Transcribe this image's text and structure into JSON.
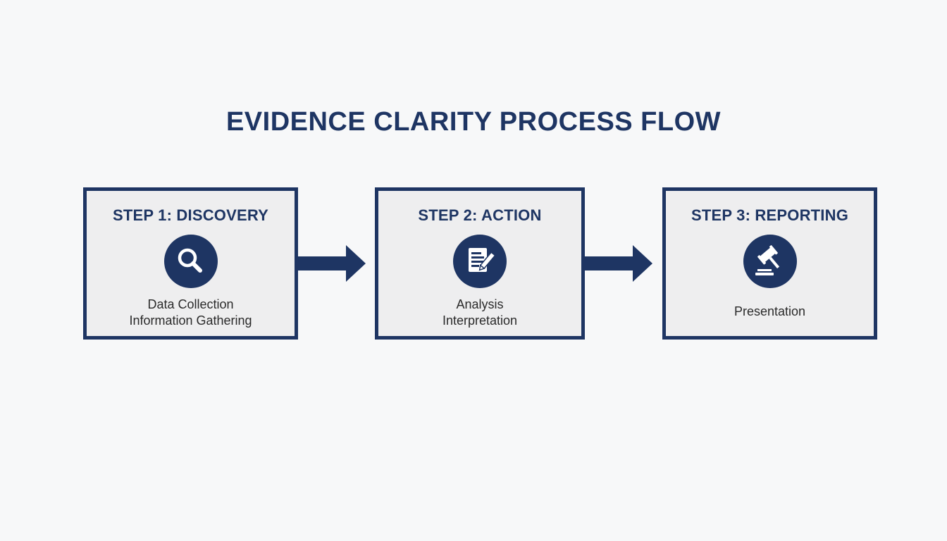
{
  "title": "EVIDENCE CLARITY PROCESS FLOW",
  "colors": {
    "primary": "#1e3563",
    "background": "#f7f8f9",
    "box_fill": "#eeeeef",
    "body_text": "#2a2a2a"
  },
  "steps": [
    {
      "heading": "STEP 1: DISCOVERY",
      "icon": "magnifier-icon",
      "lines": [
        "Data Collection",
        "Information Gathering"
      ]
    },
    {
      "heading": "STEP 2: ACTION",
      "icon": "document-pen-icon",
      "lines": [
        "Analysis",
        "Interpretation"
      ]
    },
    {
      "heading": "STEP 3: REPORTING",
      "icon": "gavel-icon",
      "lines": [
        "Presentation"
      ]
    }
  ],
  "connectors": [
    {
      "from": "STEP 1: DISCOVERY",
      "to": "STEP 2: ACTION"
    },
    {
      "from": "STEP 2: ACTION",
      "to": "STEP 3: REPORTING"
    }
  ]
}
